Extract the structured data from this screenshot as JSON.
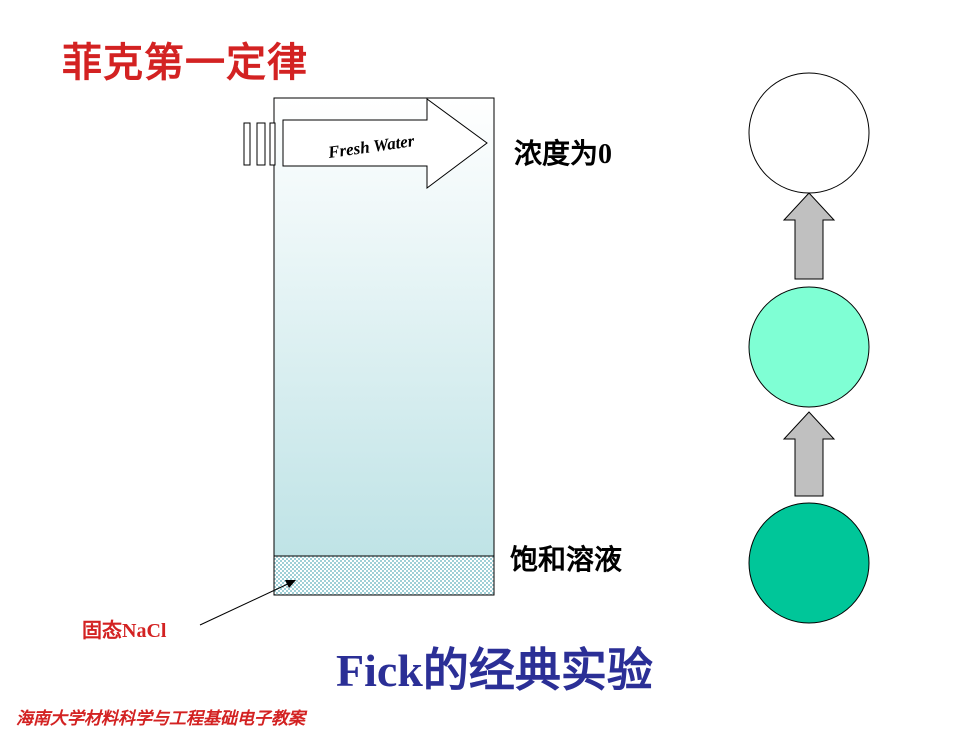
{
  "title": "菲克第一定律",
  "arrow_label": "Fresh Water",
  "fresh_label": "浓度为0",
  "saturated_label": "饱和溶液",
  "solid_label": "固态NaCl",
  "caption": "Fick的经典实验",
  "footer": "海南大学材料科学与工程基础电子教案",
  "colors": {
    "title_red": "#d32222",
    "caption_blue": "#2b2f96",
    "circle_top": "#ffffff",
    "circle_middle": "#7fffd4",
    "circle_bottom": "#00c699",
    "up_arrow": "#c0c0c0"
  }
}
